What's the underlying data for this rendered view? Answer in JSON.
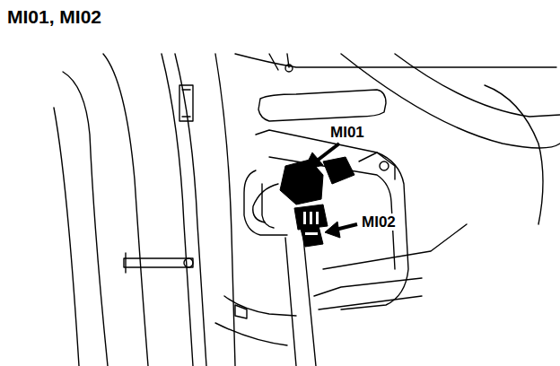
{
  "diagram": {
    "title": "MI01, MI02",
    "labels": [
      "MI01",
      "MI02"
    ]
  }
}
